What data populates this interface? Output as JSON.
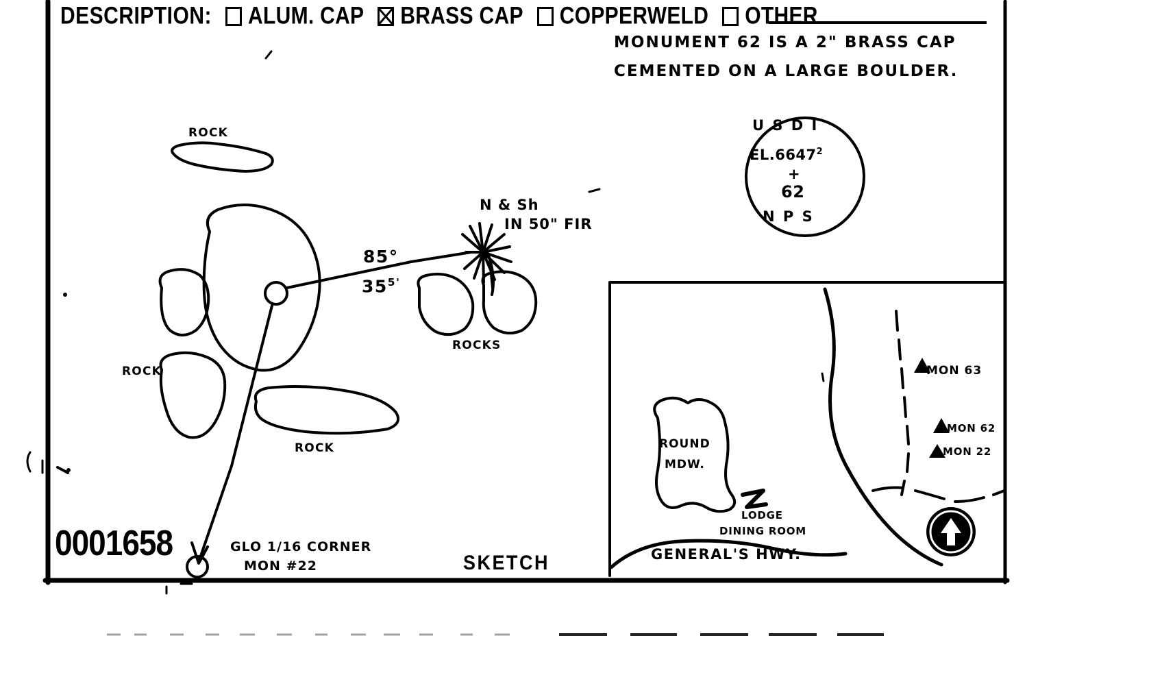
{
  "document": {
    "control_number": "0001658",
    "sketch_caption": "SKETCH"
  },
  "header": {
    "description_label": "DESCRIPTION:",
    "options": [
      {
        "label": "ALUM. CAP",
        "checked": false,
        "name": "alum-cap"
      },
      {
        "label": "BRASS CAP",
        "checked": true,
        "name": "brass-cap"
      },
      {
        "label": "COPPERWELD",
        "checked": false,
        "name": "copperweld"
      },
      {
        "label": "OTHER",
        "checked": false,
        "name": "other"
      }
    ]
  },
  "note": {
    "line1": "MONUMENT 62 IS A 2\" BRASS CAP",
    "line2": "CEMENTED ON A LARGE BOULDER."
  },
  "cap_stamp": {
    "agency_top": "U S D I",
    "elevation_prefix": "EL.6647",
    "elevation_sup": "2",
    "cross": "+",
    "monument_number": "62",
    "agency_bottom": "N P S"
  },
  "sketch": {
    "tree_line1": "N & Sh",
    "tree_line2": "IN 50\" FIR",
    "bearing": "85°",
    "distance_main": "35",
    "distance_sup": "5'",
    "rock_labels": [
      {
        "text": "ROCK",
        "name": "rock-label-top"
      },
      {
        "text": "ROCK",
        "name": "rock-label-left"
      },
      {
        "text": "ROCK",
        "name": "rock-label-bottom"
      },
      {
        "text": "ROCKS",
        "name": "rocks-label-right"
      }
    ],
    "glo_line1": "GLO 1/16 CORNER",
    "glo_line2": "MON #22"
  },
  "inset_map": {
    "meadow_line1": "ROUND",
    "meadow_line2": "MDW.",
    "lodge_line1": "LODGE",
    "lodge_line2": "DINING ROOM",
    "highway": "GENERAL'S HWY.",
    "monuments": [
      {
        "label": "MON 63",
        "name": "inset-mon-63"
      },
      {
        "label": "MON 62",
        "name": "inset-mon-62"
      },
      {
        "label": "MON 22",
        "name": "inset-mon-22"
      }
    ],
    "north_arrow": "north-arrow"
  }
}
